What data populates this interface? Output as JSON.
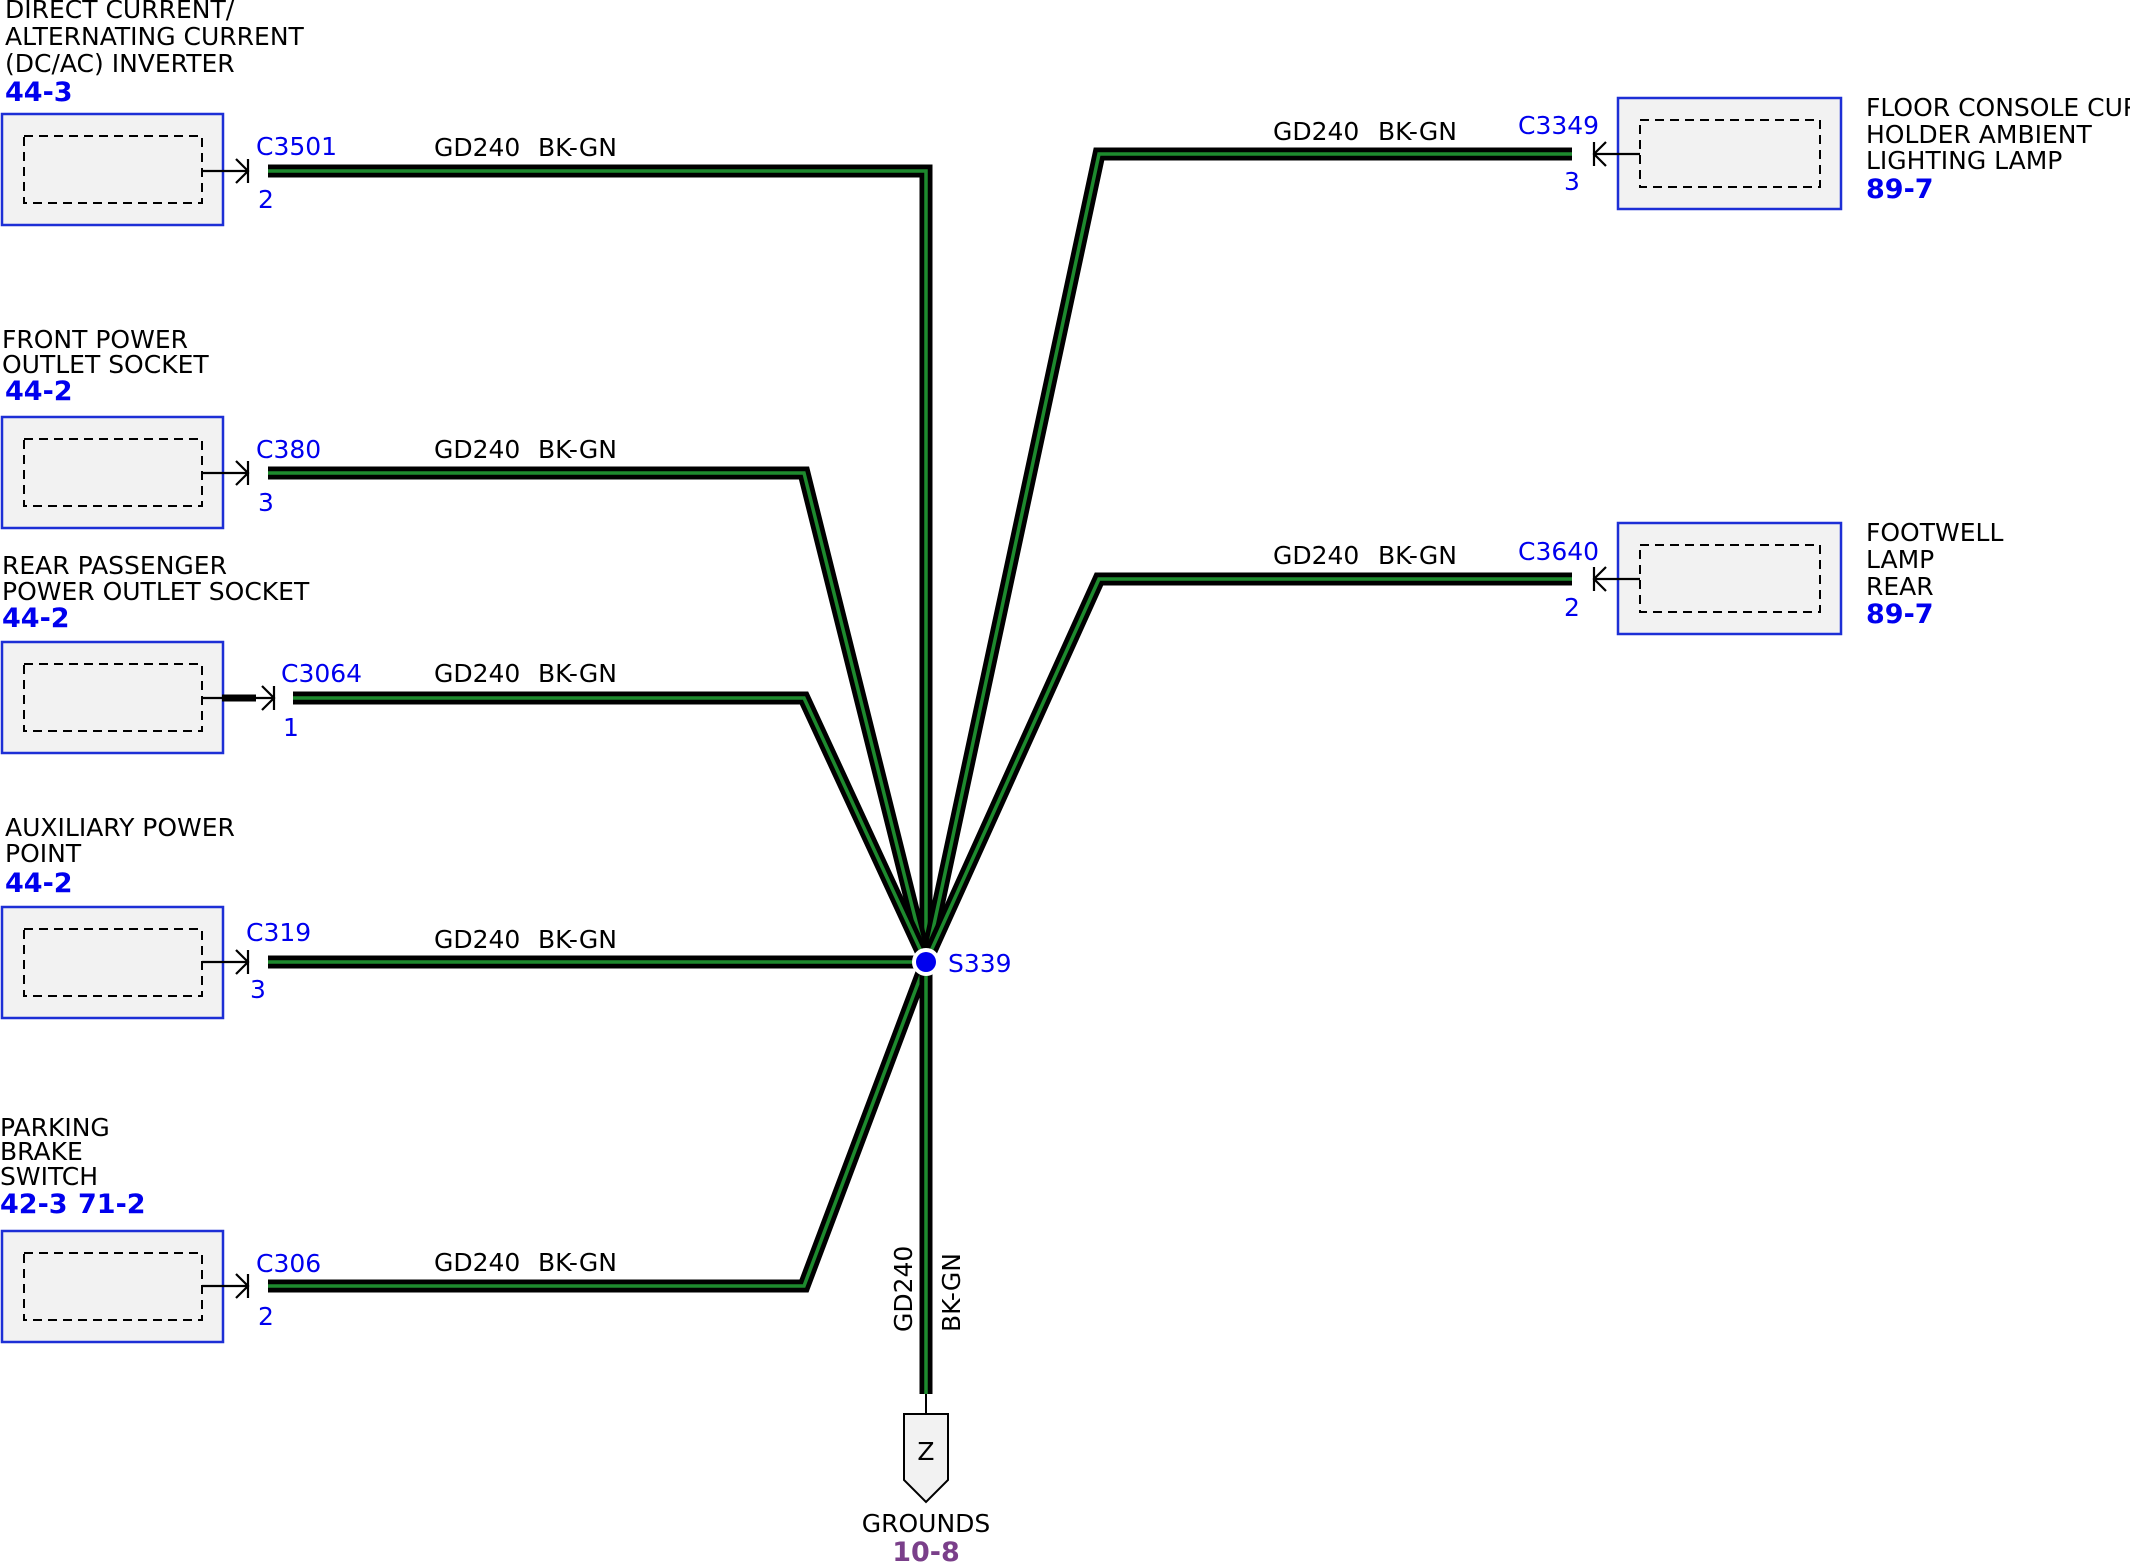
{
  "wire": {
    "circuit": "GD240",
    "color_code": "BK-GN"
  },
  "splice": {
    "id": "S339"
  },
  "ground": {
    "symbol": "Z",
    "label": "GROUNDS",
    "ref": "10-8"
  },
  "components_left": [
    {
      "lines": [
        "DIRECT CURRENT/",
        "ALTERNATING CURRENT",
        "(DC/AC) INVERTER"
      ],
      "refs": [
        "44-3"
      ],
      "connector": "C3501",
      "pin": "2"
    },
    {
      "lines": [
        "FRONT POWER",
        "OUTLET SOCKET"
      ],
      "refs": [
        "44-2"
      ],
      "connector": "C380",
      "pin": "3"
    },
    {
      "lines": [
        "REAR PASSENGER",
        "POWER OUTLET SOCKET"
      ],
      "refs": [
        "44-2"
      ],
      "connector": "C3064",
      "pin": "1"
    },
    {
      "lines": [
        "AUXILIARY POWER",
        "POINT"
      ],
      "refs": [
        "44-2"
      ],
      "connector": "C319",
      "pin": "3"
    },
    {
      "lines": [
        "PARKING",
        "BRAKE",
        "SWITCH"
      ],
      "refs": [
        "42-3",
        "71-2"
      ],
      "connector": "C306",
      "pin": "2"
    }
  ],
  "components_right": [
    {
      "lines": [
        "FLOOR CONSOLE CUP",
        "HOLDER AMBIENT",
        "LIGHTING LAMP"
      ],
      "refs": [
        "89-7"
      ],
      "connector": "C3349",
      "pin": "3"
    },
    {
      "lines": [
        "FOOTWELL",
        "LAMP",
        "REAR"
      ],
      "refs": [
        "89-7"
      ],
      "connector": "C3640",
      "pin": "2"
    }
  ],
  "colors": {
    "component_border": "#1d2fd6",
    "component_fill": "#f2f2f2",
    "wire_outer": "#000000",
    "wire_inner": "#1e8a2e",
    "splice_dot": "#0000ee",
    "ground_ref": "#7a3f8a"
  }
}
